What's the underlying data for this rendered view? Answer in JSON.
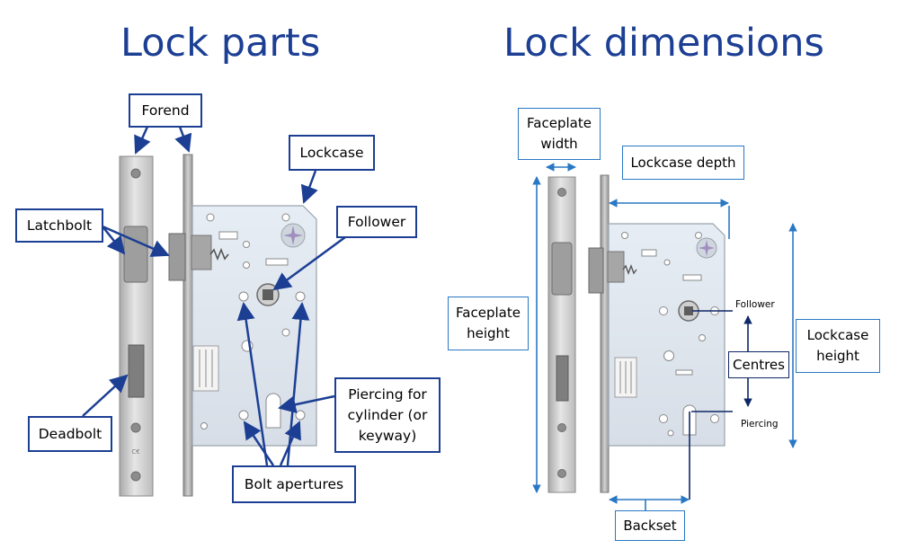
{
  "headings": {
    "parts": "Lock parts",
    "dimensions": "Lock dimensions"
  },
  "parts_labels": {
    "forend": "Forend",
    "lockcase": "Lockcase",
    "latchbolt": "Latchbolt",
    "follower": "Follower",
    "deadbolt": "Deadbolt",
    "piercing": "Piercing for\ncylinder (or\nkeyway)",
    "bolt_apertures": "Bolt apertures"
  },
  "dimension_labels": {
    "faceplate_width": "Faceplate\nwidth",
    "lockcase_depth": "Lockcase depth",
    "faceplate_height": "Faceplate\nheight",
    "lockcase_height": "Lockcase\nheight",
    "centres": "Centres",
    "backset": "Backset",
    "follower_small": "Follower",
    "piercing_small": "Piercing"
  },
  "colors": {
    "heading": "#1c3f94",
    "callout_border_parts": "#1c3f94",
    "callout_border_dimensions": "#2a78c4",
    "arrow_parts": "#1c3f94",
    "arrow_dimensions": "#2a78c4",
    "steel": "#c9c9c9",
    "lockcase_plate": "#dfe6ee"
  }
}
